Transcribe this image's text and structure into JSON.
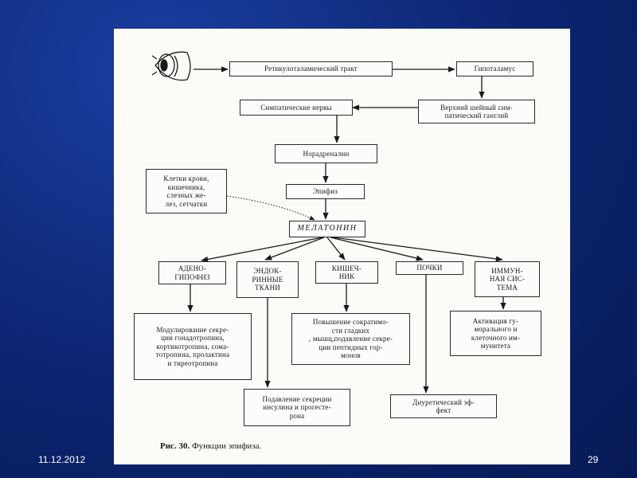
{
  "slide": {
    "date": "11.12.2012",
    "page_number": "29"
  },
  "diagram": {
    "nodes": {
      "reticulo": "Ретикулоталамический тракт",
      "hypothalamus": "Гипоталамус",
      "sympathetic": "Симпатические нервы",
      "ganglion": "Верхний шейный сим-\nпатический ганглий",
      "noradrenaline": "Норадреналин",
      "blood_cells": "Клетки крови,\nкишечника,\nслезных же-\nлез, сетчатки",
      "epiphysis": "Эпифиз",
      "melatonin": "МЕЛАТОНИН",
      "adenohypophysis": "АДЕНО-\nГИПОФИЗ",
      "endocrine": "ЭНДОК-\nРИННЫЕ\nТКАНИ",
      "intestine": "КИШЕЧ-\nНИК",
      "kidneys": "ПОЧКИ",
      "immune": "ИММУН-\nНАЯ СИС-\nТЕМА",
      "gonadotropin": "Модулирование секре-\nции гонадотропина,\nкортикотропина, сома-\nтотропина, пролактина\nи тиреотропина",
      "insulin": "Подавление секреции\nинсулина и прогесте-\nрона",
      "smooth_muscle": "Повышение сократимо-\nсти гладких\n, мышц,подавление секре-\nции пептидных гор-\nмонов",
      "diuretic": "Диуретический эф-\nфект",
      "immunity": "Активация гу-\nморального и\nклеточного им-\nмунитета"
    },
    "caption_label": "Рис. 30.",
    "caption_text": " Функции эпифиза."
  }
}
